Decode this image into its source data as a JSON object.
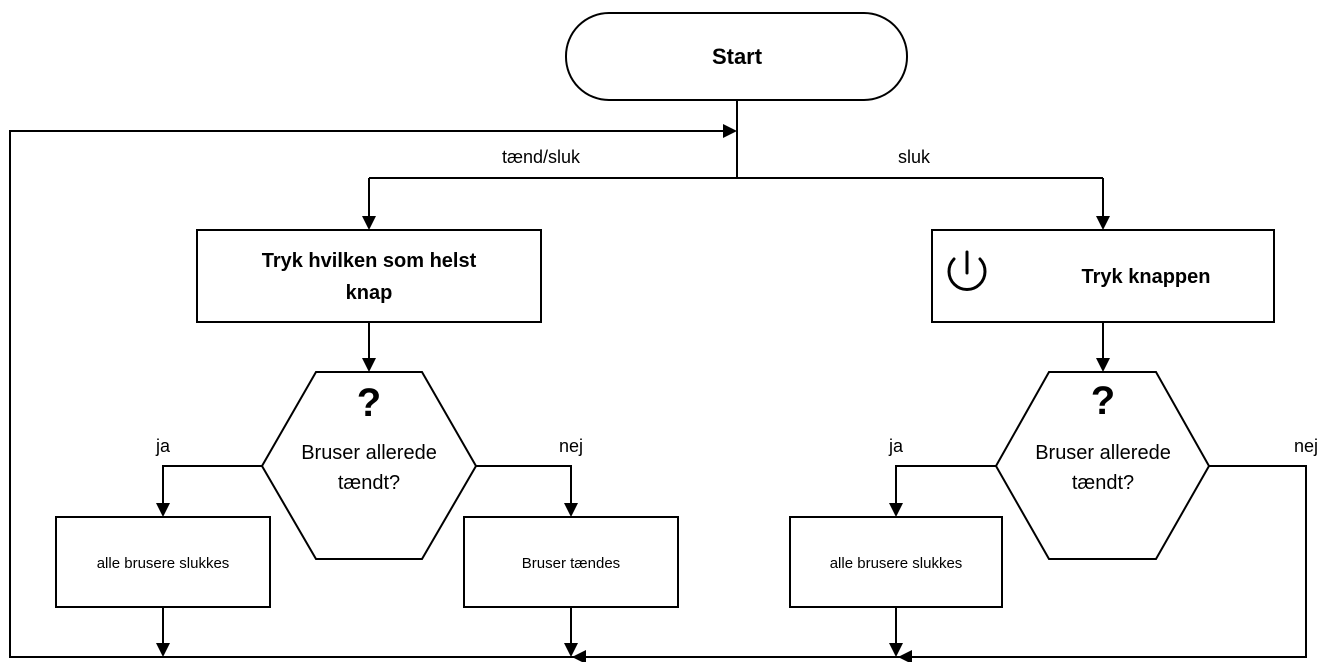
{
  "flowchart": {
    "start": {
      "label": "Start"
    },
    "left_branch": {
      "edge_label": "tænd/sluk",
      "action_box": {
        "lines": [
          "Tryk hvilken som helst",
          "knap"
        ]
      },
      "decision": {
        "symbol": "?",
        "lines": [
          "Bruser allerede",
          "tændt?"
        ]
      },
      "yes_label": "ja",
      "no_label": "nej",
      "yes_box": "alle brusere slukkes",
      "no_box": "Bruser tændes"
    },
    "right_branch": {
      "edge_label": "sluk",
      "action_box": {
        "icon": "power-icon",
        "lines": [
          "Tryk knappen"
        ]
      },
      "decision": {
        "symbol": "?",
        "lines": [
          "Bruser allerede",
          "tændt?"
        ]
      },
      "yes_label": "ja",
      "no_label": "nej",
      "yes_box": "alle brusere slukkes"
    }
  }
}
